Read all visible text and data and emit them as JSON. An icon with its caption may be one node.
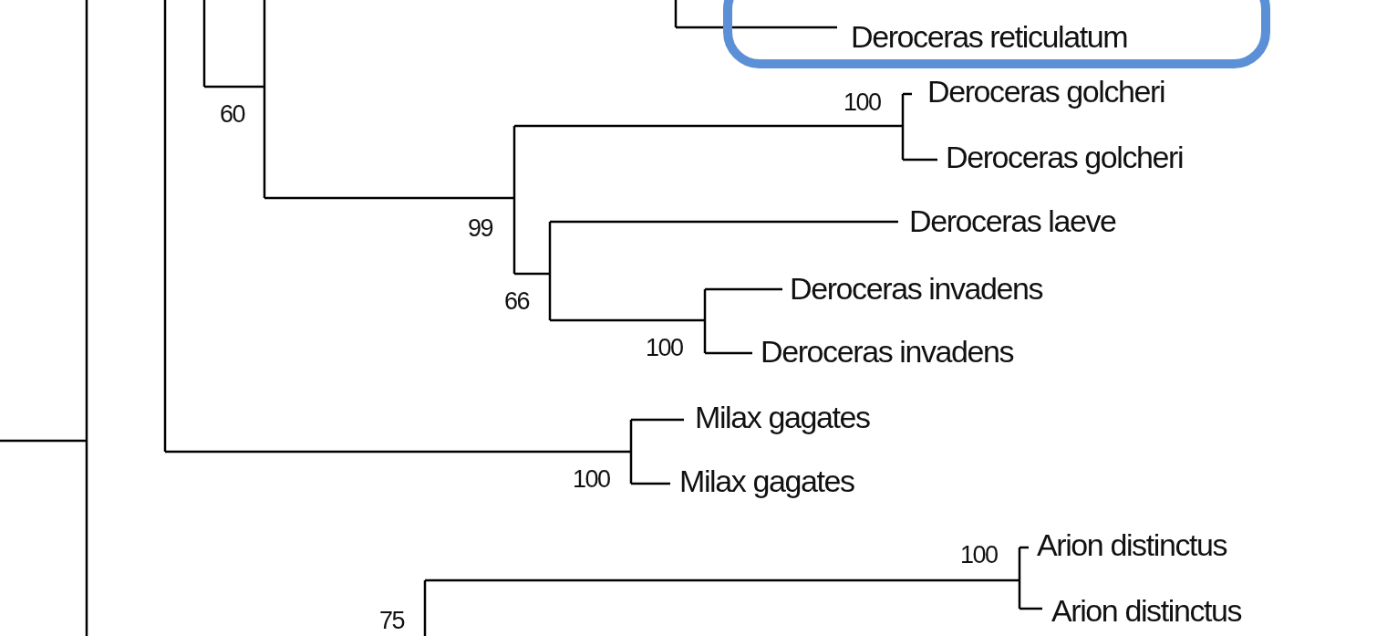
{
  "diagram": {
    "nodes": [
      {
        "text": [
          "Deroceras reticulatum"
        ]
      }
    ],
    "labels": [
      "60",
      "100",
      "Deroceras golcheri",
      "Deroceras golcheri",
      "99",
      "Deroceras laeve",
      "Deroceras invadens",
      "66",
      "100",
      "Deroceras invadens",
      "Milax gagates",
      "100",
      "Milax gagates",
      "100",
      "Arion distinctus",
      "75",
      "Arion distinctus"
    ]
  }
}
